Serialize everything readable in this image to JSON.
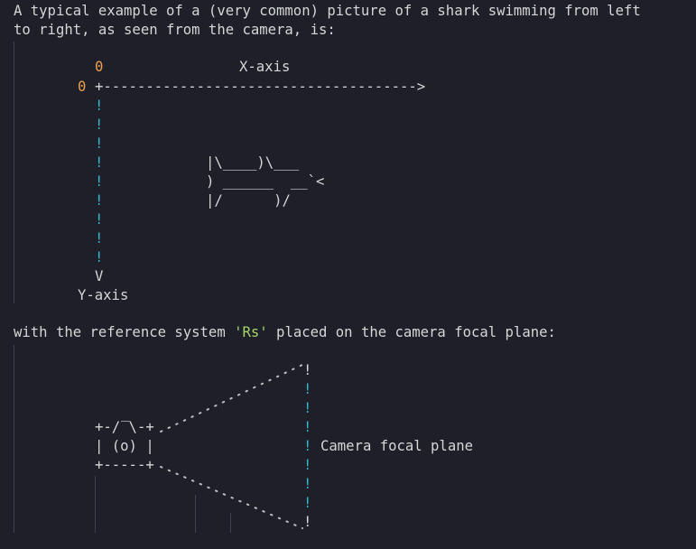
{
  "intro": {
    "line1": "A typical example of a (very common) picture of a shark swimming from left",
    "line2": "to right, as seen from the camera, is:"
  },
  "diagram1": {
    "x_origin": "0",
    "x_axis_label": "X-axis",
    "y_origin": "0",
    "x_axis_line": "+------------------------------------->",
    "y_axis_tick": "!",
    "y_axis_arrow": "V",
    "y_axis_label": "Y-axis",
    "shark": {
      "row1": "|\\____)\\___",
      "row2": ") ______  __`<",
      "row3": "|/      )/"
    }
  },
  "middle": {
    "prefix": "with the reference system ",
    "highlight": "'Rs'",
    "suffix": " placed on the camera focal plane:"
  },
  "diagram2": {
    "camera_label": "Camera focal plane",
    "camera": {
      "top": "_",
      "row1": "+-/ \\-+",
      "row2": "| (o) |",
      "row3": "+-----+"
    },
    "plane_tick": "!"
  },
  "colors": {
    "background": "#1e1f29",
    "text": "#d6d6d6",
    "accent_orange": "#f0a050",
    "accent_cyan": "#36b5c8",
    "accent_green": "#a6d46b"
  }
}
